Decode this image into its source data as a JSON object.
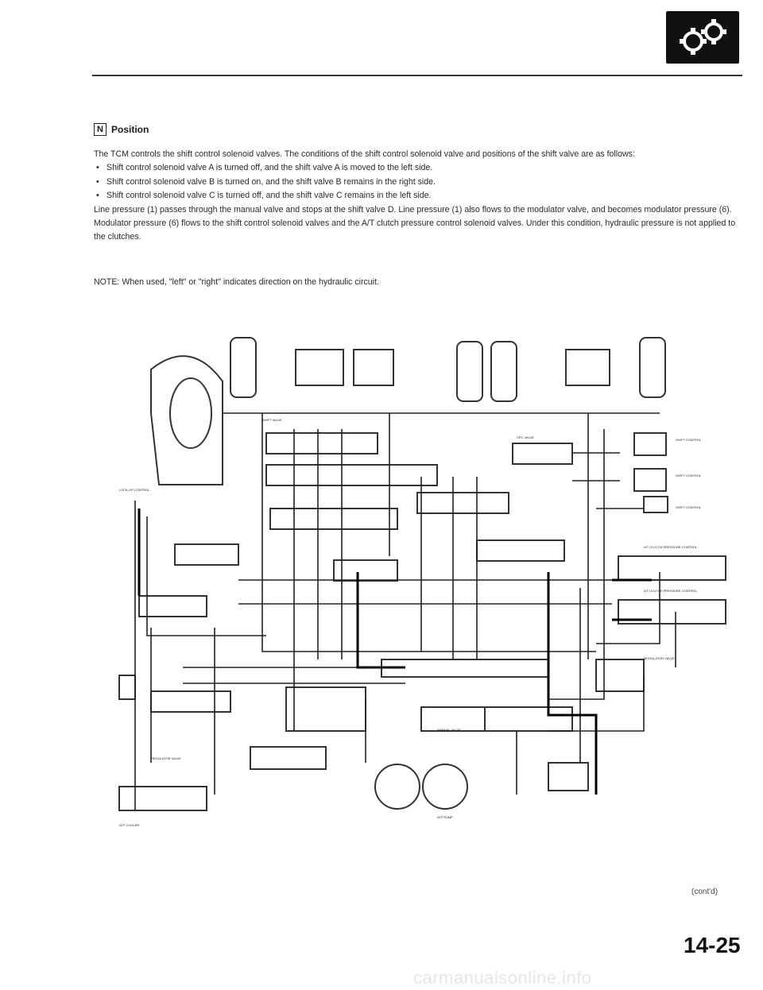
{
  "header": {
    "logo_icon": "gears-icon"
  },
  "section": {
    "gear_letter": "N",
    "title": "Position"
  },
  "body": {
    "intro": "The TCM controls the shift control solenoid valves. The conditions of the shift control solenoid valve and positions of the shift valve are as follows:",
    "bullets": [
      "Shift control solenoid valve A is turned off, and the shift valve A is moved to the left side.",
      "Shift control solenoid valve B is turned on, and the shift valve B remains in the right side.",
      "Shift control solenoid valve C is turned off, and the shift valve C remains in the left side."
    ],
    "paragraph": "Line pressure (1) passes through the manual valve and stops at the shift valve D. Line pressure (1) also flows to the modulator valve, and becomes modulator pressure (6). Modulator pressure (6) flows to the shift control solenoid valves and the A/T clutch pressure control solenoid valves. Under this condition, hydraulic pressure is not applied to the clutches."
  },
  "note": "NOTE: When used, \"left\" or \"right\" indicates direction on the hydraulic circuit.",
  "footer": {
    "contd": "(cont'd)",
    "page_number": "14-25",
    "watermark": "carmanualsonline.info"
  }
}
